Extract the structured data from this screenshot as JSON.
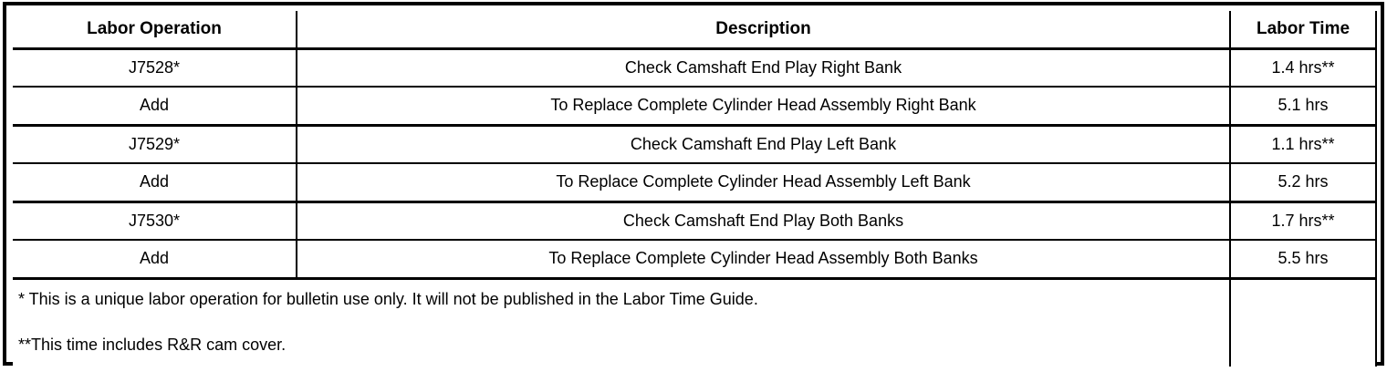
{
  "document": {
    "table": {
      "headers": {
        "labor_operation": "Labor Operation",
        "description": "Description",
        "labor_time": "Labor Time"
      },
      "rows": [
        {
          "op": "J7528*",
          "desc": "Check Camshaft End Play Right Bank",
          "time": "1.4 hrs**"
        },
        {
          "op": "Add",
          "desc": "To Replace Complete Cylinder Head Assembly Right Bank",
          "time": "5.1 hrs"
        },
        {
          "op": "J7529*",
          "desc": "Check Camshaft End Play Left Bank",
          "time": "1.1 hrs**"
        },
        {
          "op": "Add",
          "desc": "To Replace Complete Cylinder Head Assembly Left Bank",
          "time": "5.2 hrs"
        },
        {
          "op": "J7530*",
          "desc": "Check Camshaft End Play Both Banks",
          "time": "1.7 hrs**"
        },
        {
          "op": "Add",
          "desc": "To Replace Complete Cylinder Head Assembly Both Banks",
          "time": "5.5 hrs"
        }
      ],
      "footnotes": {
        "unique_labor_op": "* This is a unique labor operation for bulletin use only. It will not be published in the Labor Time Guide.",
        "rr_cam_cover": "**This time includes R&R cam cover."
      }
    },
    "colors": {
      "border": "#000000",
      "background": "#ffffff",
      "text": "#000000"
    }
  }
}
